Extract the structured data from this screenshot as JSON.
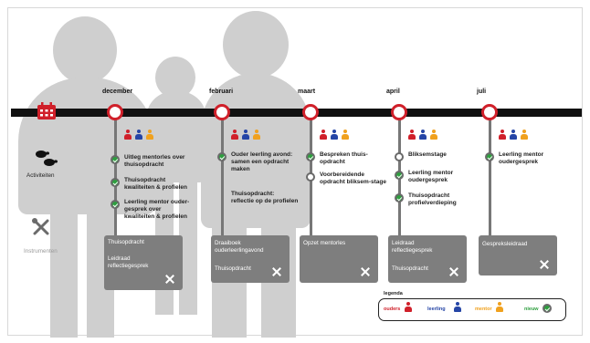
{
  "months": [
    "december",
    "februari",
    "maart",
    "april",
    "juli"
  ],
  "labels": {
    "activities": "Activiteiten",
    "instruments": "Instrumenten"
  },
  "colors": {
    "red": "#d0202a",
    "blue": "#2545a6",
    "orange": "#f0a11e",
    "green": "#2e9f3f",
    "box": "#7e7e7e"
  },
  "icons": {
    "calendar": "calendar-icon",
    "footsteps": "footsteps-icon",
    "tools": "tools-icon"
  },
  "columns": [
    {
      "month": "december",
      "items": [
        {
          "text": "Uitleg mentorles over thuisopdracht",
          "state": "done"
        },
        {
          "text": "Thuisopdracht kwaliteiten & profielen",
          "state": "done"
        },
        {
          "text": "Leerling mentor ouder-gesprek over kwaliteiten & profielen",
          "state": "done"
        }
      ],
      "instruments": [
        "Thuisopdracht",
        "Leidraad reflectiegesprek"
      ]
    },
    {
      "month": "februari",
      "items": [
        {
          "text": "Ouder leerling avond: samen een opdracht maken",
          "state": "done"
        },
        {
          "text": "Thuisopdracht: reflectie op de profielen",
          "state": "plain"
        }
      ],
      "instruments": [
        "Draaiboek ouderleerlingavond",
        "Thuisopdracht"
      ]
    },
    {
      "month": "maart",
      "items": [
        {
          "text": "Bespreken thuis-opdracht",
          "state": "done"
        },
        {
          "text": "Voorbereidende opdracht bliksem-stage",
          "state": "open"
        }
      ],
      "instruments": [
        "Opzet mentorles"
      ]
    },
    {
      "month": "april",
      "items": [
        {
          "text": "Bliksemstage",
          "state": "open"
        },
        {
          "text": "Leerling mentor oudergesprek",
          "state": "done"
        },
        {
          "text": "Thuisopdracht profielverdieping",
          "state": "done"
        }
      ],
      "instruments": [
        "Leidraad reflectiegesprek",
        "Thuisopdracht"
      ]
    },
    {
      "month": "juli",
      "items": [
        {
          "text": "Leerling mentor oudergesprek",
          "state": "done"
        }
      ],
      "instruments": [
        "Gespreksleidraad"
      ]
    }
  ],
  "legend": {
    "title": "legenda",
    "items": [
      {
        "label": "ouders",
        "color": "#d0202a"
      },
      {
        "label": "leerling",
        "color": "#2545a6"
      },
      {
        "label": "mentor",
        "color": "#f0a11e"
      },
      {
        "label": "nieuw",
        "color": "#2e9f3f"
      }
    ]
  }
}
